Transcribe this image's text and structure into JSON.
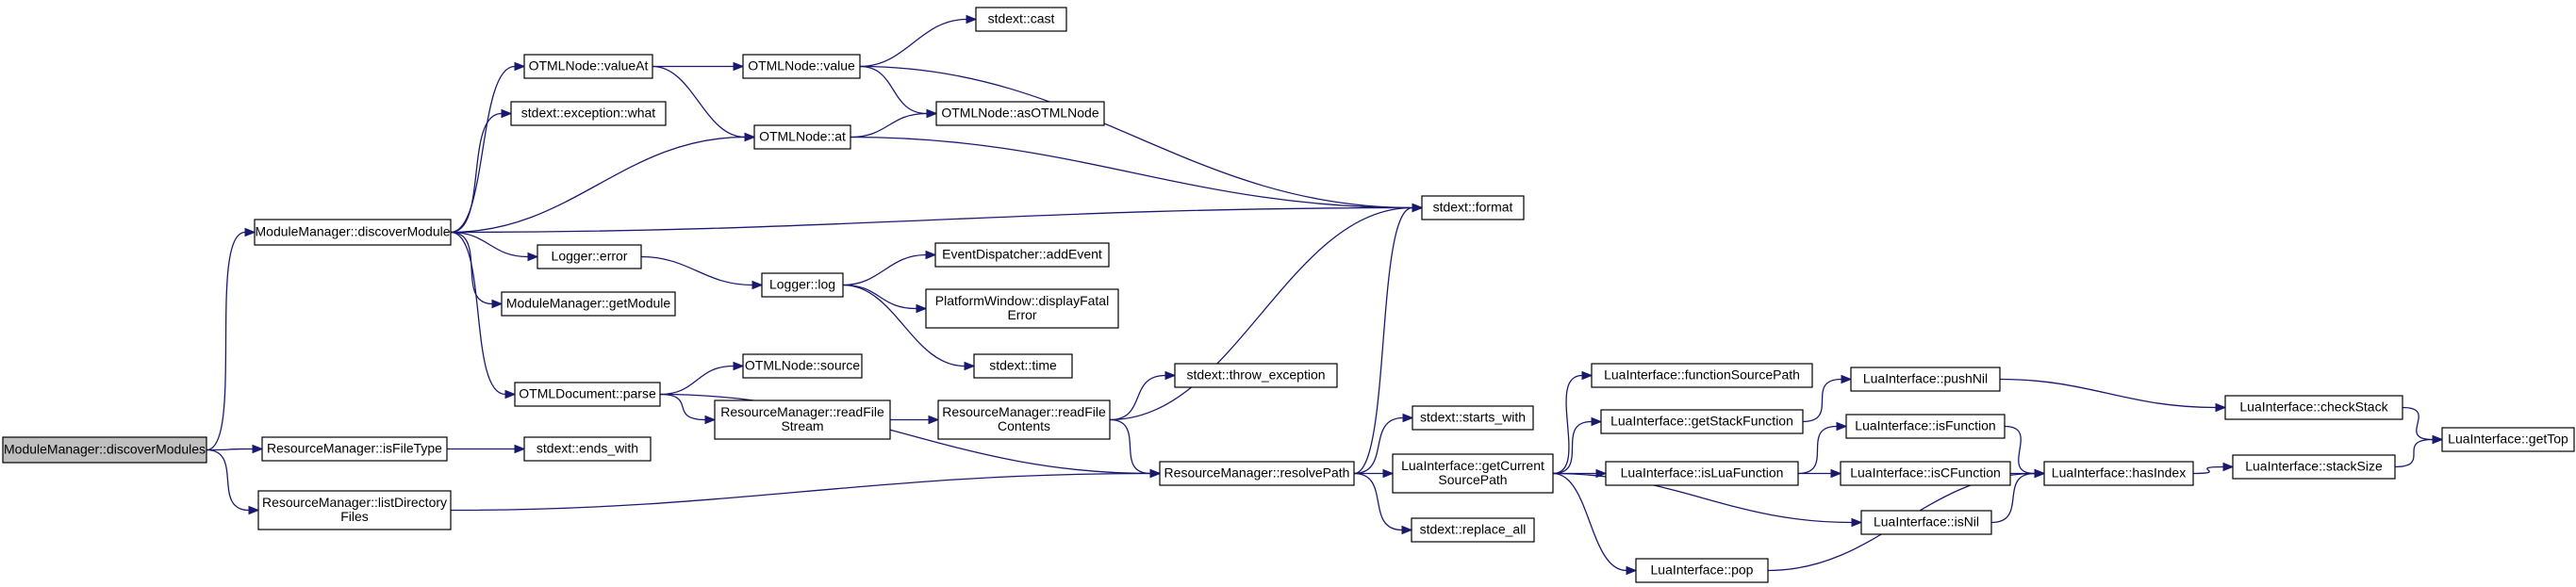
{
  "title": "",
  "colors": {
    "edge": "#191970",
    "root_fill": "#bfbfbf",
    "node_fill": "#ffffff",
    "node_border": "#000000"
  },
  "nodes": [
    {
      "id": "mm_discoverModules",
      "lines": [
        "ModuleManager::discoverModules"
      ],
      "root": true
    },
    {
      "id": "mm_discoverModule",
      "lines": [
        "ModuleManager::discoverModule"
      ]
    },
    {
      "id": "rm_isFileType",
      "lines": [
        "ResourceManager::isFileType"
      ]
    },
    {
      "id": "rm_listDirectoryFiles",
      "lines": [
        "ResourceManager::listDirectory",
        "Files"
      ]
    },
    {
      "id": "otml_valueAt",
      "lines": [
        "OTMLNode::valueAt"
      ]
    },
    {
      "id": "std_exc_what",
      "lines": [
        "stdext::exception::what"
      ]
    },
    {
      "id": "logger_error",
      "lines": [
        "Logger::error"
      ]
    },
    {
      "id": "mm_getModule",
      "lines": [
        "ModuleManager::getModule"
      ]
    },
    {
      "id": "otmldoc_parse",
      "lines": [
        "OTMLDocument::parse"
      ]
    },
    {
      "id": "std_ends_with",
      "lines": [
        "stdext::ends_with"
      ]
    },
    {
      "id": "otml_value",
      "lines": [
        "OTMLNode::value"
      ]
    },
    {
      "id": "otml_at",
      "lines": [
        "OTMLNode::at"
      ]
    },
    {
      "id": "logger_log",
      "lines": [
        "Logger::log"
      ]
    },
    {
      "id": "otml_source",
      "lines": [
        "OTMLNode::source"
      ]
    },
    {
      "id": "rm_readFileStream",
      "lines": [
        "ResourceManager::readFile",
        "Stream"
      ]
    },
    {
      "id": "std_cast",
      "lines": [
        "stdext::cast"
      ]
    },
    {
      "id": "otml_asOTMLNode",
      "lines": [
        "OTMLNode::asOTMLNode"
      ]
    },
    {
      "id": "ed_addEvent",
      "lines": [
        "EventDispatcher::addEvent"
      ]
    },
    {
      "id": "pw_displayFatalError",
      "lines": [
        "PlatformWindow::displayFatal",
        "Error"
      ]
    },
    {
      "id": "std_time",
      "lines": [
        "stdext::time"
      ]
    },
    {
      "id": "rm_readFileContents",
      "lines": [
        "ResourceManager::readFile",
        "Contents"
      ]
    },
    {
      "id": "std_throw_exception",
      "lines": [
        "stdext::throw_exception"
      ]
    },
    {
      "id": "rm_resolvePath",
      "lines": [
        "ResourceManager::resolvePath"
      ]
    },
    {
      "id": "std_format",
      "lines": [
        "stdext::format"
      ]
    },
    {
      "id": "std_starts_with",
      "lines": [
        "stdext::starts_with"
      ]
    },
    {
      "id": "li_getCurrentSourcePath",
      "lines": [
        "LuaInterface::getCurrent",
        "SourcePath"
      ]
    },
    {
      "id": "std_replace_all",
      "lines": [
        "stdext::replace_all"
      ]
    },
    {
      "id": "li_functionSourcePath",
      "lines": [
        "LuaInterface::functionSourcePath"
      ]
    },
    {
      "id": "li_getStackFunction",
      "lines": [
        "LuaInterface::getStackFunction"
      ]
    },
    {
      "id": "li_isLuaFunction",
      "lines": [
        "LuaInterface::isLuaFunction"
      ]
    },
    {
      "id": "li_isNil",
      "lines": [
        "LuaInterface::isNil"
      ]
    },
    {
      "id": "li_pop",
      "lines": [
        "LuaInterface::pop"
      ]
    },
    {
      "id": "li_pushNil",
      "lines": [
        "LuaInterface::pushNil"
      ]
    },
    {
      "id": "li_isFunction",
      "lines": [
        "LuaInterface::isFunction"
      ]
    },
    {
      "id": "li_isCFunction",
      "lines": [
        "LuaInterface::isCFunction"
      ]
    },
    {
      "id": "li_hasIndex",
      "lines": [
        "LuaInterface::hasIndex"
      ]
    },
    {
      "id": "li_checkStack",
      "lines": [
        "LuaInterface::checkStack"
      ]
    },
    {
      "id": "li_stackSize",
      "lines": [
        "LuaInterface::stackSize"
      ]
    },
    {
      "id": "li_getTop",
      "lines": [
        "LuaInterface::getTop"
      ]
    }
  ],
  "edges": [
    [
      "mm_discoverModules",
      "mm_discoverModule"
    ],
    [
      "mm_discoverModules",
      "rm_isFileType"
    ],
    [
      "mm_discoverModules",
      "rm_listDirectoryFiles"
    ],
    [
      "mm_discoverModule",
      "otml_valueAt"
    ],
    [
      "mm_discoverModule",
      "std_exc_what"
    ],
    [
      "mm_discoverModule",
      "otml_at"
    ],
    [
      "mm_discoverModule",
      "std_format"
    ],
    [
      "mm_discoverModule",
      "logger_error"
    ],
    [
      "mm_discoverModule",
      "mm_getModule"
    ],
    [
      "mm_discoverModule",
      "otmldoc_parse"
    ],
    [
      "otml_valueAt",
      "otml_value"
    ],
    [
      "otml_valueAt",
      "otml_at"
    ],
    [
      "otml_value",
      "std_cast"
    ],
    [
      "otml_value",
      "otml_asOTMLNode"
    ],
    [
      "otml_value",
      "std_format"
    ],
    [
      "otml_at",
      "otml_asOTMLNode"
    ],
    [
      "otml_at",
      "std_format"
    ],
    [
      "logger_error",
      "logger_log"
    ],
    [
      "logger_log",
      "ed_addEvent"
    ],
    [
      "logger_log",
      "pw_displayFatalError"
    ],
    [
      "logger_log",
      "std_time"
    ],
    [
      "otmldoc_parse",
      "otml_source"
    ],
    [
      "otmldoc_parse",
      "rm_readFileStream"
    ],
    [
      "otmldoc_parse",
      "rm_resolvePath"
    ],
    [
      "rm_readFileStream",
      "rm_readFileContents"
    ],
    [
      "rm_readFileContents",
      "std_throw_exception"
    ],
    [
      "rm_readFileContents",
      "rm_resolvePath"
    ],
    [
      "rm_readFileContents",
      "std_format"
    ],
    [
      "rm_isFileType",
      "std_ends_with"
    ],
    [
      "rm_listDirectoryFiles",
      "rm_resolvePath"
    ],
    [
      "rm_resolvePath",
      "std_format"
    ],
    [
      "rm_resolvePath",
      "std_starts_with"
    ],
    [
      "rm_resolvePath",
      "li_getCurrentSourcePath"
    ],
    [
      "rm_resolvePath",
      "std_replace_all"
    ],
    [
      "li_getCurrentSourcePath",
      "li_functionSourcePath"
    ],
    [
      "li_getCurrentSourcePath",
      "li_getStackFunction"
    ],
    [
      "li_getCurrentSourcePath",
      "li_isLuaFunction"
    ],
    [
      "li_getCurrentSourcePath",
      "li_isNil"
    ],
    [
      "li_getCurrentSourcePath",
      "li_pop"
    ],
    [
      "li_getStackFunction",
      "li_pushNil"
    ],
    [
      "li_isLuaFunction",
      "li_isFunction"
    ],
    [
      "li_isLuaFunction",
      "li_isCFunction"
    ],
    [
      "li_isFunction",
      "li_hasIndex"
    ],
    [
      "li_isCFunction",
      "li_hasIndex"
    ],
    [
      "li_isNil",
      "li_hasIndex"
    ],
    [
      "li_pop",
      "li_hasIndex"
    ],
    [
      "li_pushNil",
      "li_checkStack"
    ],
    [
      "li_hasIndex",
      "li_stackSize"
    ],
    [
      "li_checkStack",
      "li_getTop"
    ],
    [
      "li_stackSize",
      "li_getTop"
    ]
  ]
}
